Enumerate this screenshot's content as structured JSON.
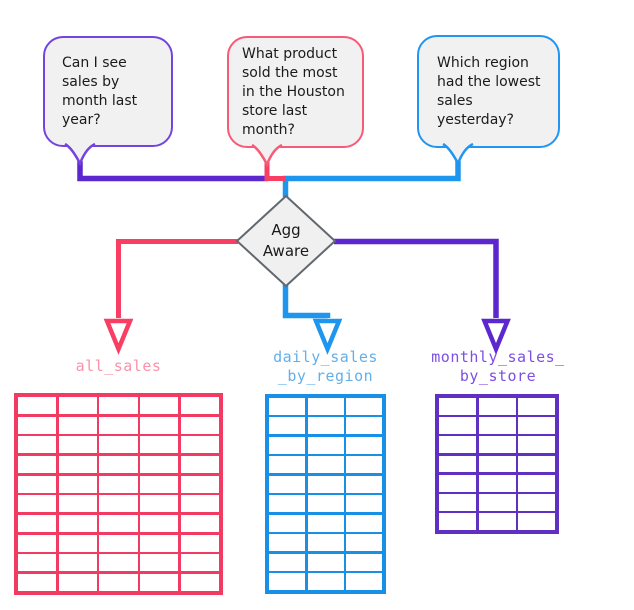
{
  "colors": {
    "bubble_fill": "#F1F1F2",
    "text": "#1B1B1B",
    "purple": "#5C27CE",
    "pink": "#F93E64",
    "blue": "#1E96EE"
  },
  "bubbles": [
    {
      "name": "question-sales-by-month",
      "text": "Can I see\nsales by\nmonth last\nyear?",
      "border_color": "#7445DE"
    },
    {
      "name": "question-product-most-sold",
      "text": "What product\nsold the most\nin the Houston\nstore last\nmonth?",
      "border_color": "#F85A77"
    },
    {
      "name": "question-region-lowest-sales",
      "text": "Which region\nhad the lowest\nsales\nyesterday?",
      "border_color": "#2196F0"
    }
  ],
  "decision": {
    "label": "Agg\nAware",
    "fill": "#F0F0F1",
    "border_color": "#63686E"
  },
  "connectors": {
    "purple": "#5C27CE",
    "pink": "#F93E64",
    "blue": "#1E96EE"
  },
  "tables": [
    {
      "name": "all_sales",
      "label": "all_sales",
      "columns": 5,
      "rows": 10,
      "color": "#F23B62",
      "label_color": "#F993AB"
    },
    {
      "name": "daily_sales_by_region",
      "label": "daily_sales\n_by_region",
      "columns": 3,
      "rows": 10,
      "color": "#1890E8",
      "label_color": "#64AFEA"
    },
    {
      "name": "monthly_sales_by_store",
      "label": "monthly_sales_\nby_store",
      "columns": 3,
      "rows": 7,
      "color": "#5F30C2",
      "label_color": "#7D4FE3"
    }
  ]
}
